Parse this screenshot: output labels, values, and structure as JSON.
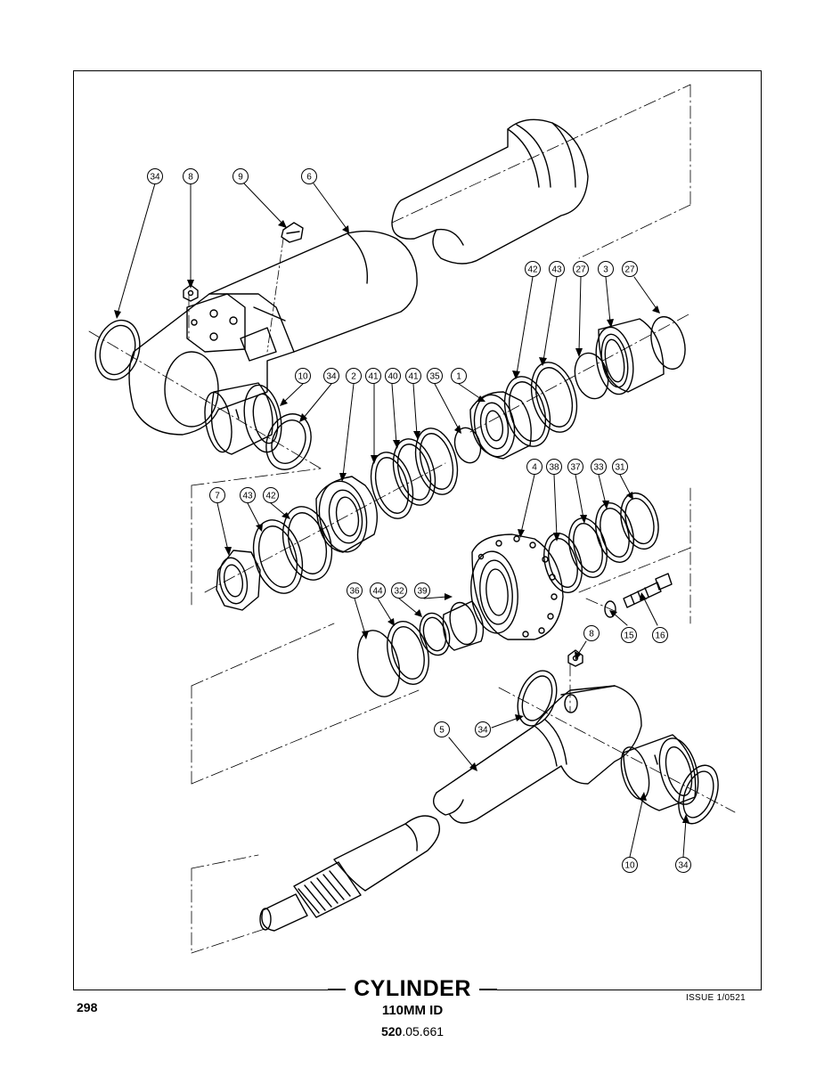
{
  "footer": {
    "title": "CYLINDER",
    "subtitle": "110MM ID",
    "part_number_bold": "520",
    "part_number_rest": ".05.661",
    "page_number": "298",
    "issue": "ISSUE 1/0521"
  },
  "callouts": [
    {
      "id": "c34a",
      "label": "34"
    },
    {
      "id": "c8a",
      "label": "8"
    },
    {
      "id": "c9",
      "label": "9"
    },
    {
      "id": "c6",
      "label": "6"
    },
    {
      "id": "c42a",
      "label": "42"
    },
    {
      "id": "c43a",
      "label": "43"
    },
    {
      "id": "c27a",
      "label": "27"
    },
    {
      "id": "c3",
      "label": "3"
    },
    {
      "id": "c27b",
      "label": "27"
    },
    {
      "id": "c10a",
      "label": "10"
    },
    {
      "id": "c34b",
      "label": "34"
    },
    {
      "id": "c2",
      "label": "2"
    },
    {
      "id": "c41a",
      "label": "41"
    },
    {
      "id": "c40",
      "label": "40"
    },
    {
      "id": "c41b",
      "label": "41"
    },
    {
      "id": "c35",
      "label": "35"
    },
    {
      "id": "c1",
      "label": "1"
    },
    {
      "id": "c7",
      "label": "7"
    },
    {
      "id": "c43b",
      "label": "43"
    },
    {
      "id": "c42b",
      "label": "42"
    },
    {
      "id": "c4",
      "label": "4"
    },
    {
      "id": "c38",
      "label": "38"
    },
    {
      "id": "c37",
      "label": "37"
    },
    {
      "id": "c33",
      "label": "33"
    },
    {
      "id": "c31",
      "label": "31"
    },
    {
      "id": "c36",
      "label": "36"
    },
    {
      "id": "c44",
      "label": "44"
    },
    {
      "id": "c32",
      "label": "32"
    },
    {
      "id": "c39",
      "label": "39"
    },
    {
      "id": "c15",
      "label": "15"
    },
    {
      "id": "c16",
      "label": "16"
    },
    {
      "id": "c8b",
      "label": "8"
    },
    {
      "id": "c5",
      "label": "5"
    },
    {
      "id": "c34c",
      "label": "34"
    },
    {
      "id": "c10b",
      "label": "10"
    },
    {
      "id": "c34d",
      "label": "34"
    }
  ]
}
